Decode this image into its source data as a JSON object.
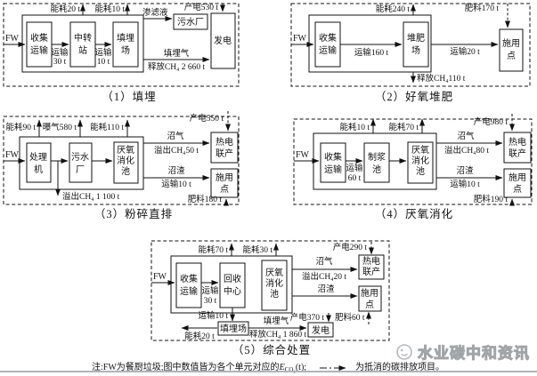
{
  "colors": {
    "line": "#111111",
    "watermark": "#9fa5a8",
    "background": "#ffffff"
  },
  "d1": {
    "caption": "（1）填埋",
    "fw": "FW",
    "energy_collect": "能耗20 t",
    "energy_landfill": "能耗10 t",
    "unit_collect": [
      "收集",
      "运输"
    ],
    "trans1": [
      "运输",
      "30 t"
    ],
    "unit_transfer": [
      "中转",
      "站"
    ],
    "trans2": [
      "运输",
      "10 t"
    ],
    "unit_landfill": [
      "填埋",
      "场"
    ],
    "leachate": "渗滤液",
    "sewage_plant": "污水厂",
    "power_out": "产电530 t",
    "power_gen": "发电",
    "landfill_gas": "填埋气",
    "ch4_release": "释放CH₄ 2 660 t"
  },
  "d2": {
    "caption": "（2）好氧堆肥",
    "fw": "FW",
    "energy": "能耗240 t",
    "unit_collect": [
      "收集",
      "运输"
    ],
    "trans1": "运输160 t",
    "unit_compost": [
      "堆肥",
      "场"
    ],
    "ch4_release": "释放CH₄110 t",
    "trans2": "运输20 t",
    "unit_apply": [
      "施用",
      "点"
    ],
    "fertilizer": "肥料170 t"
  },
  "d3": {
    "caption": "（3）粉碎直排",
    "fw": "FW",
    "energy1": "能耗90 t",
    "aeration": "曝气580 t",
    "energy2": "能耗110 t",
    "unit_processor": [
      "处理",
      "机"
    ],
    "unit_sewage": [
      "污水",
      "厂"
    ],
    "unit_digester": [
      "厌氧",
      "消化",
      "池"
    ],
    "ch4_overflow_main": "溢出CH₄ 1 100 t",
    "biogas": "沼气",
    "ch4_overflow": "溢出CH₄50 t",
    "unit_chp": [
      "热电",
      "联产"
    ],
    "power_out": "产电550 t",
    "residue": "沼渣",
    "trans": "运输10 t",
    "unit_apply": [
      "施用",
      "点"
    ],
    "fertilizer": "肥料180 t"
  },
  "d4": {
    "caption": "（4）厌氧消化",
    "fw": "FW",
    "energy1": "能耗10 t",
    "energy2": "能耗70 t",
    "unit_collect": [
      "收集",
      "运输"
    ],
    "trans1": [
      "运输",
      "60 t"
    ],
    "unit_pulping": [
      "制浆",
      "池"
    ],
    "unit_digester": [
      "厌氧",
      "消化",
      "池"
    ],
    "biogas": "沼气",
    "ch4_overflow": "溢出CH₄80 t",
    "unit_chp": [
      "热电",
      "联产"
    ],
    "power_out": "产电980 t",
    "residue": "沼渣",
    "trans2": "运输10 t",
    "unit_apply": [
      "施用",
      "点"
    ],
    "fertilizer": "肥料190 t"
  },
  "d5": {
    "caption": "（5）综合处置",
    "fw": "FW",
    "energy1": "能耗70 t",
    "energy2": "能耗30 t",
    "unit_collect": [
      "收集",
      "运输"
    ],
    "trans1": [
      "运输",
      "30 t"
    ],
    "unit_recycle": [
      "回收",
      "中心"
    ],
    "unit_digester": [
      "厌氧",
      "消化",
      "池"
    ],
    "biogas": "沼气",
    "ch4_overflow": "溢出CH₄20 t",
    "unit_chp": [
      "热电",
      "联产"
    ],
    "power_out": "产电290 t",
    "residue": "沼渣",
    "unit_apply": [
      "施用",
      "点"
    ],
    "fertilizer": "肥料60 t",
    "trans2": "运输10 t",
    "unit_landfill": "填埋场",
    "energy3": "能耗20 t",
    "landfill_gas": "填埋气",
    "ch4_release": "释放CH₄ 1 860 t",
    "power_out2": "产电370 t",
    "unit_powergen": "发电"
  },
  "note": {
    "prefix": "注:FW为餐厨垃圾;图中数值皆为各个单元对应的",
    "e_symbol": "E",
    "e_sub": "CO₂",
    "e_suffix": "(t);",
    "legend_text": "为抵消的碳排放项目。"
  },
  "watermark": "水业碳中和资讯"
}
